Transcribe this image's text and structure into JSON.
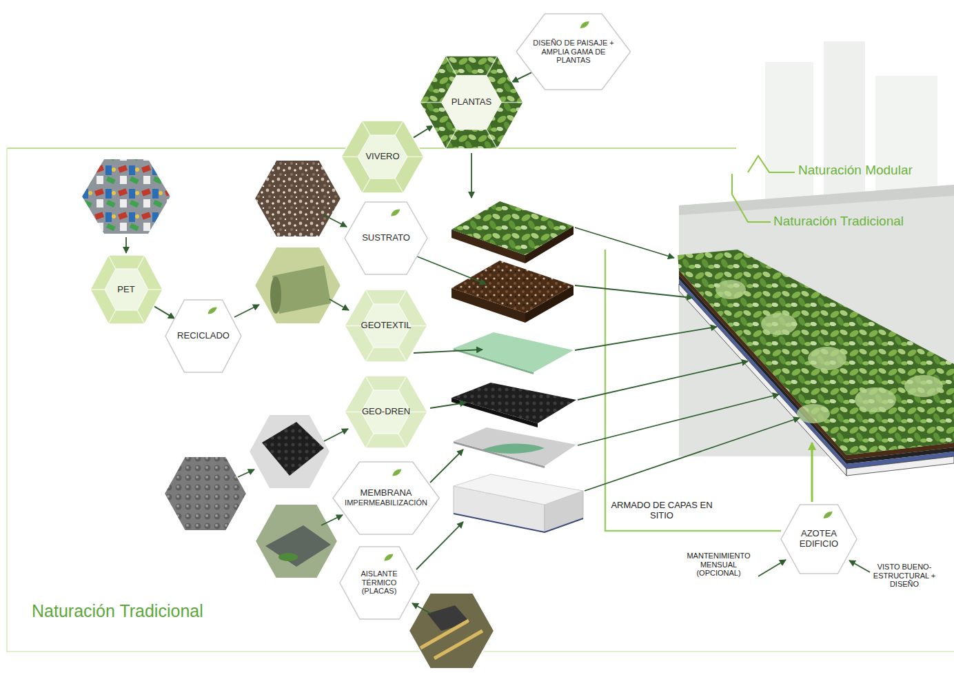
{
  "diagram": {
    "nodes": [
      {
        "text": [
          "DISEÑO DE PAISAJE + AMPLIA GAMA DE PLANTAS"
        ]
      },
      {
        "text": [
          "PLANTAS"
        ]
      },
      {
        "text": [
          "VIVERO"
        ]
      },
      {
        "text": [
          "PET"
        ]
      },
      {
        "text": [
          "RECICLADO"
        ]
      },
      {
        "text": [
          "SUSTRATO"
        ]
      },
      {
        "text": [
          "GEOTEXTIL"
        ]
      },
      {
        "text": [
          "GEO-DREN"
        ]
      },
      {
        "text": [
          "MEMBRANA",
          "IMPERMEABILIZACIÓN"
        ]
      },
      {
        "text": [
          "AISLANTE TÉRMICO (PLACAS)"
        ]
      },
      {
        "text": [
          "AZOTEA EDIFICIO"
        ]
      }
    ],
    "edges": [
      {
        "from": 0,
        "to": 1,
        "arrow": "to"
      },
      {
        "from": 2,
        "to": 1,
        "arrow": "to"
      },
      {
        "from": 3,
        "to": 4,
        "arrow": "to"
      }
    ],
    "labels": [
      "Naturación Modular",
      "Naturación Tradicional",
      "ARMADO DE CAPAS EN SITIO",
      "MANTENIMIENTO MENSUAL (OPCIONAL)",
      "VISTO BUENO- ESTRUCTURAL + DISEÑO",
      "Naturación Tradicional"
    ]
  }
}
